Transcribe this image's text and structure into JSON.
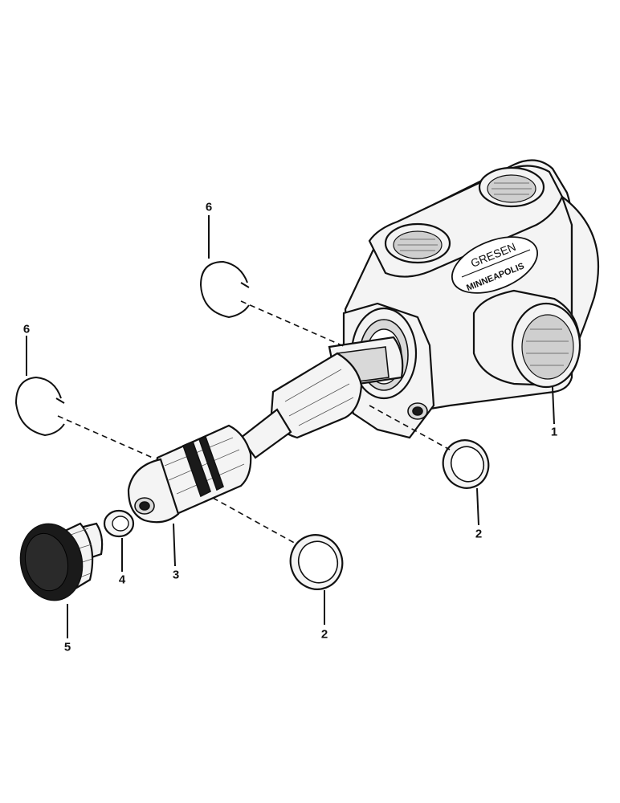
{
  "logo": {
    "line1": "GRESEN",
    "line2": "MINNEAPOLIS"
  },
  "callouts": [
    {
      "id": "callout-1",
      "label": "1"
    },
    {
      "id": "callout-2a",
      "label": "2"
    },
    {
      "id": "callout-2b",
      "label": "2"
    },
    {
      "id": "callout-3",
      "label": "3"
    },
    {
      "id": "callout-4",
      "label": "4"
    },
    {
      "id": "callout-5",
      "label": "5"
    },
    {
      "id": "callout-6a",
      "label": "6"
    },
    {
      "id": "callout-6b",
      "label": "6"
    }
  ]
}
